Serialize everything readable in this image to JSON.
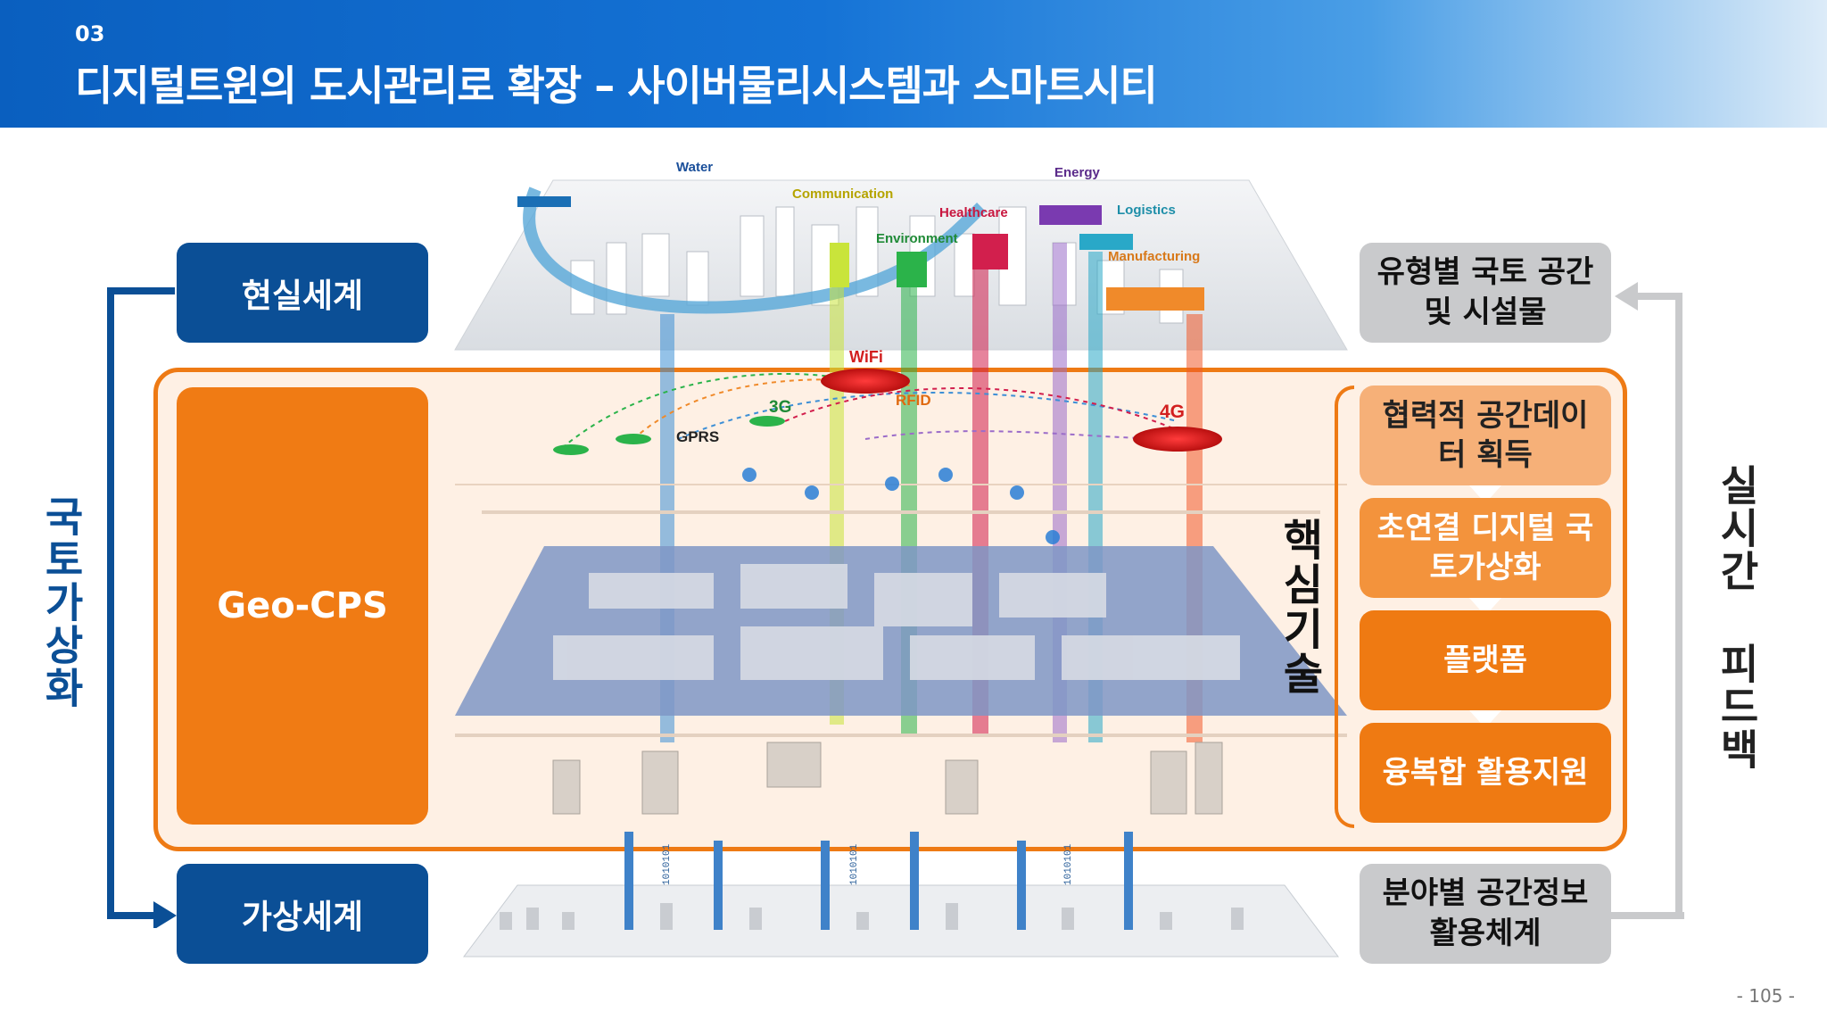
{
  "header": {
    "number": "03",
    "title": "디지털트윈의 도시관리로 확장 – 사이버물리시스템과 스마트시티"
  },
  "left": {
    "real_world": "현실세계",
    "geo_cps": "Geo-CPS",
    "virtual_world": "가상세계",
    "vertical_label": "국토가상화"
  },
  "illustration": {
    "sectors": [
      "Water",
      "Communication",
      "Healthcare",
      "Environment",
      "Energy",
      "Logistics",
      "Manufacturing"
    ],
    "networks": [
      "WiFi",
      "RFID",
      "3G",
      "GPRS",
      "4G"
    ],
    "binary_label": "1010101"
  },
  "core_tech_label": "핵심기술",
  "right": {
    "top_box": "유형별 국토 공간 및 시설물",
    "steps": [
      "협력적 공간데이터 획득",
      "초연결 디지털 국토가상화",
      "플랫폼",
      "융복합 활용지원"
    ],
    "bottom_box": "분야별 공간정보 활용체계",
    "vertical_label": "실시간 피드백"
  },
  "page_number": "- 105 -"
}
